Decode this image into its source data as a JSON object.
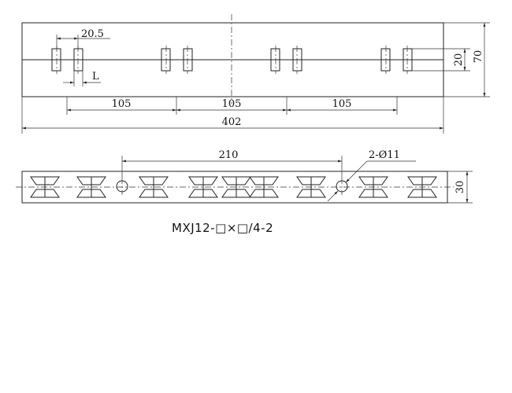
{
  "front_view": {
    "pitch_dims": [
      "105",
      "105",
      "105"
    ],
    "overall_length": "402",
    "slot_spacing": "20.5",
    "slot_width_label": "L",
    "height_inner": "20",
    "height_total": "70"
  },
  "top_view": {
    "hole_spacing": "210",
    "hole_callout": "2-Ø11",
    "width": "30"
  },
  "model_code": "MXJ12-□×□/4-2"
}
